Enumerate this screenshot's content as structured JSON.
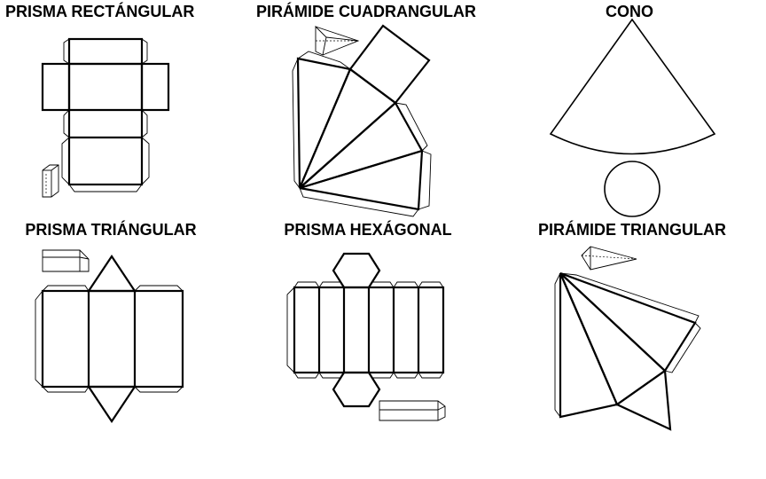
{
  "titles": {
    "prisma_rectangular": "PRISMA RECTÁNGULAR",
    "piramide_cuadrangular": "PIRÁMIDE CUADRANGULAR",
    "cono": "CONO",
    "prisma_triangular": "PRISMA TRIÁNGULAR",
    "prisma_hexagonal": "PRISMA HEXÁGONAL",
    "piramide_triangular": "PIRÁMIDE TRIANGULAR"
  }
}
